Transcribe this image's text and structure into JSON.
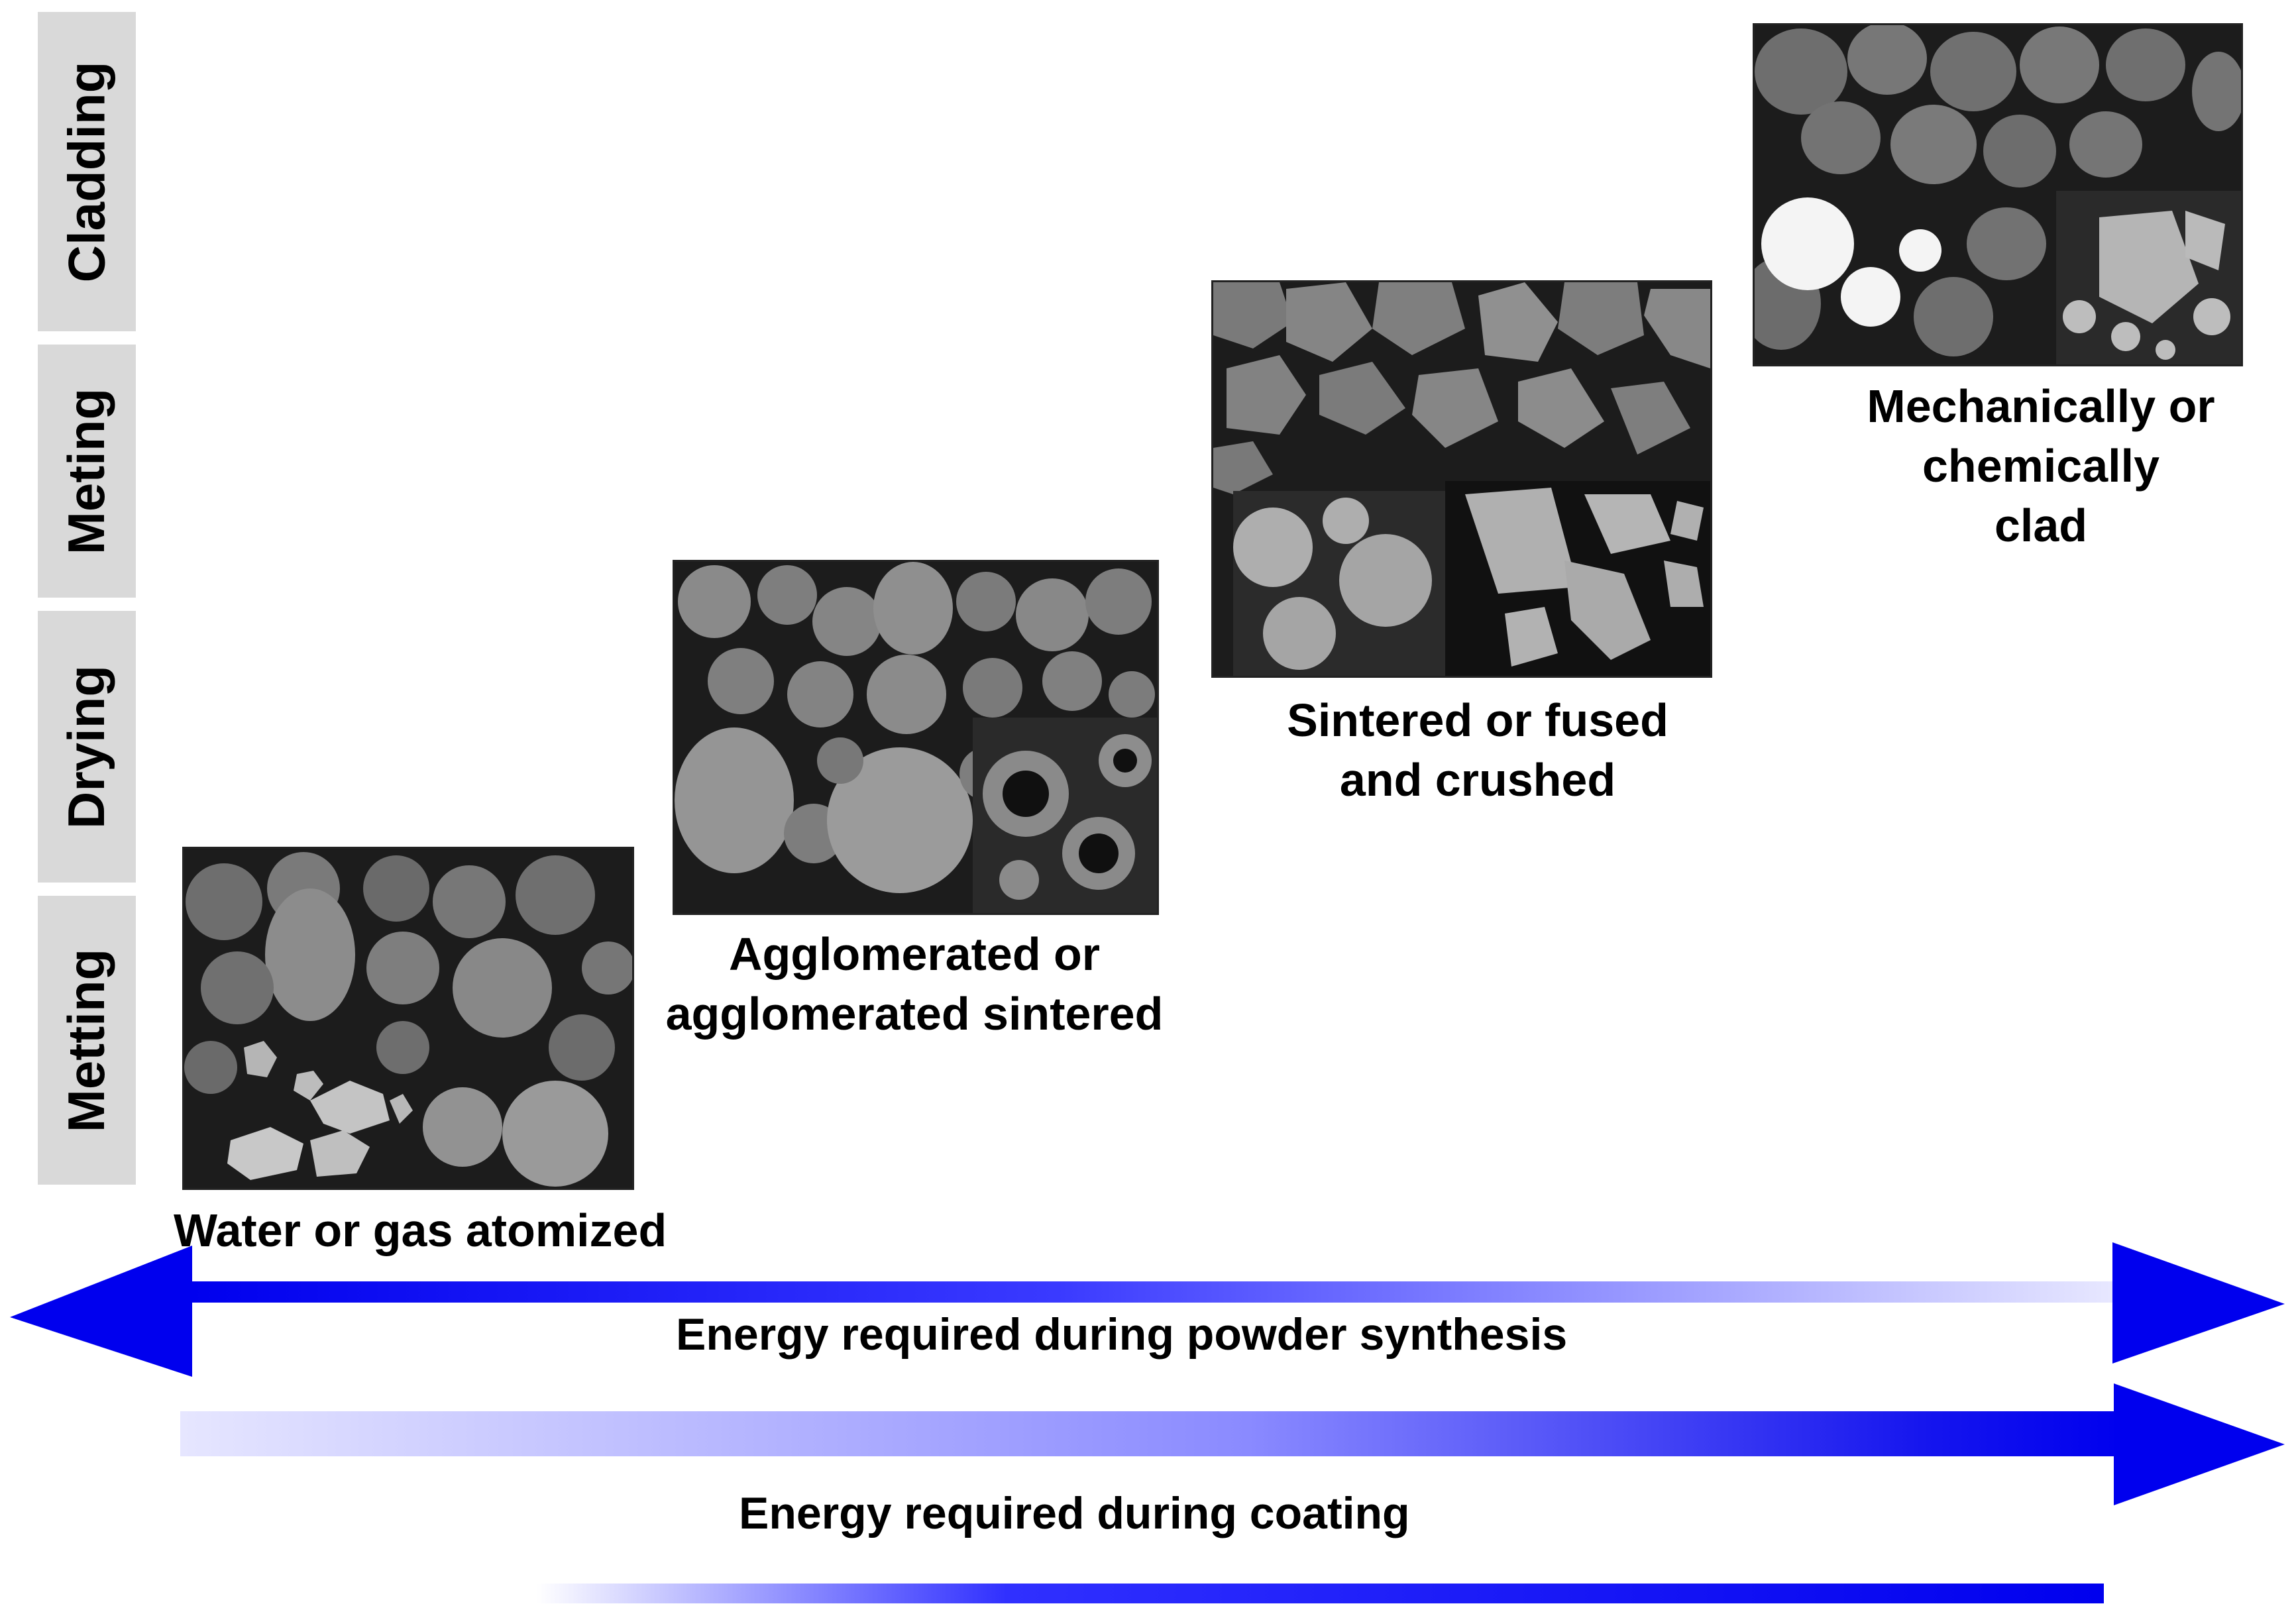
{
  "process_steps": [
    {
      "label": "Cladding"
    },
    {
      "label": "Meting"
    },
    {
      "label": "Drying"
    },
    {
      "label": "Metting"
    }
  ],
  "powders": [
    {
      "caption_lines": [
        "Water or gas atomized"
      ]
    },
    {
      "caption_lines": [
        "Agglomerated or",
        "agglomerated sintered"
      ]
    },
    {
      "caption_lines": [
        "Sintered or fused",
        "and crushed"
      ]
    },
    {
      "caption_lines": [
        "Mechanically or",
        "chemically",
        "clad"
      ]
    }
  ],
  "energy_labels": {
    "synthesis": "Energy required during powder synthesis",
    "coating": "Energy required during coating"
  },
  "colors": {
    "arrow_blue": "#0000ee",
    "label_box": "#d9d9d9",
    "micrograph_bg": "#1c1c1c"
  }
}
